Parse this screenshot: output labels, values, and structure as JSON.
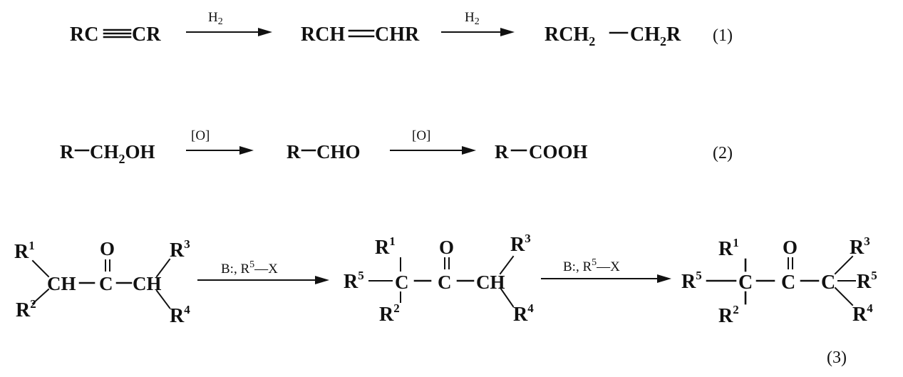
{
  "reaction1": {
    "alkyne_left": "RC",
    "alkyne_right": "CR",
    "reagent_1": "H",
    "reagent_1_sub": "2",
    "alkene_left": "RCH",
    "alkene_right": "CHR",
    "reagent_2": "H",
    "reagent_2_sub": "2",
    "alkane_left": "RCH",
    "alkane_left_sub": "2",
    "alkane_right_a": "CH",
    "alkane_right_sub": "2",
    "alkane_right_b": "R",
    "number": "(1)"
  },
  "reaction2": {
    "alcohol_a": "R",
    "alcohol_b": "CH",
    "alcohol_sub": "2",
    "alcohol_c": "OH",
    "oxidant_1": "[O]",
    "aldehyde_a": "R",
    "aldehyde_b": "CHO",
    "oxidant_2": "[O]",
    "acid_a": "R",
    "acid_b": "COOH",
    "number": "(2)"
  },
  "reaction3": {
    "R": "R",
    "R1": "1",
    "R2": "2",
    "R3": "3",
    "R4": "4",
    "R5": "5",
    "O": "O",
    "C": "C",
    "CH": "CH",
    "reagent_a": "B:, R",
    "reagent_a_sup": "5",
    "reagent_a_tail": "—X",
    "reagent_b": "B:, R",
    "reagent_b_sup": "5",
    "reagent_b_tail": "—X",
    "number": "(3)"
  }
}
